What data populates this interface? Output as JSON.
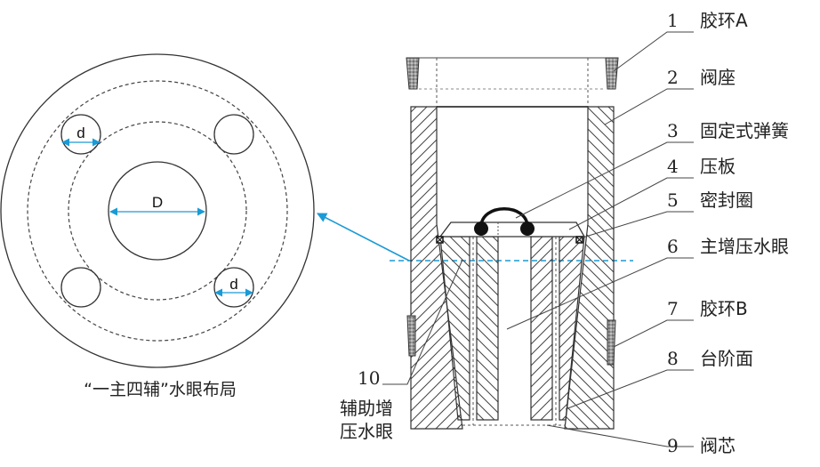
{
  "plan_view": {
    "caption": "“一主四辅”水眼布局",
    "main_hole_label": "D",
    "aux_hole_label": "d"
  },
  "section_view": {
    "aux_hole_callout": {
      "number": "10",
      "text_line1": "辅助增",
      "text_line2": "压水眼"
    }
  },
  "parts": [
    {
      "number": "1",
      "name": "胶环A"
    },
    {
      "number": "2",
      "name": "阀座"
    },
    {
      "number": "3",
      "name": "固定式弹簧"
    },
    {
      "number": "4",
      "name": "压板"
    },
    {
      "number": "5",
      "name": "密封圈"
    },
    {
      "number": "6",
      "name": "主增压水眼"
    },
    {
      "number": "7",
      "name": "胶环B"
    },
    {
      "number": "8",
      "name": "台阶面"
    },
    {
      "number": "9",
      "name": "阀芯"
    }
  ],
  "colors": {
    "line": "#333333",
    "accent_blue": "#1a9ad6",
    "rubber_fill": "#8a8a8a"
  }
}
